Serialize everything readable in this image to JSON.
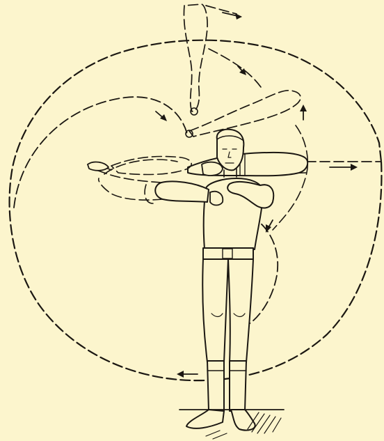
{
  "illustration": {
    "subject": "figure",
    "colors": {
      "paper": "#fcf5cd",
      "ink": "#1b1712"
    },
    "icons": {
      "figure": "person-figure",
      "clubs": "indian-club",
      "circle": "motion-circle",
      "arrows": "direction-arrow"
    }
  }
}
